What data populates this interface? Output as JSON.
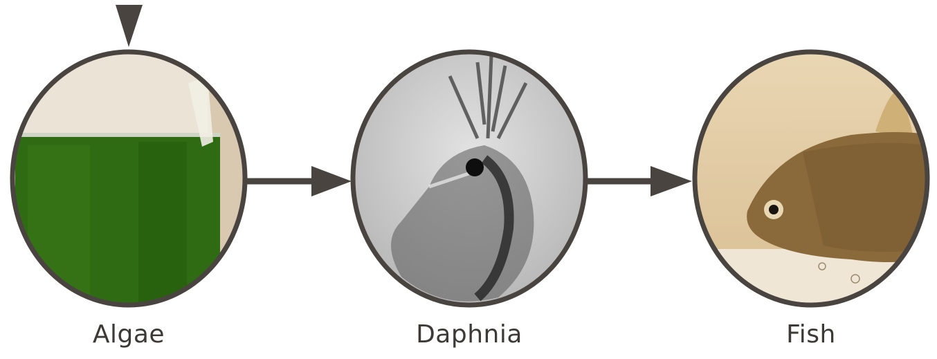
{
  "nodes": [
    {
      "id": "algae",
      "label": "Algae",
      "image": "green-algae-culture-jar"
    },
    {
      "id": "daphnia",
      "label": "Daphnia",
      "image": "daphnia-micrograph"
    },
    {
      "id": "fish",
      "label": "Fish",
      "image": "goldfish-photo"
    }
  ],
  "edges": [
    {
      "from": "algae",
      "to": "daphnia"
    },
    {
      "from": "daphnia",
      "to": "fish"
    }
  ],
  "marker": {
    "target": "algae",
    "icon": "down-triangle-icon"
  },
  "colors": {
    "stroke": "#4a4441",
    "label_text": "#3d3937",
    "algae_green": "#2f6b12",
    "algae_bg": "#e6dccd",
    "daphnia_bg": "#c8c8c8",
    "fish_bg": "#e4cfa8",
    "fish_body": "#8a6a3a"
  }
}
